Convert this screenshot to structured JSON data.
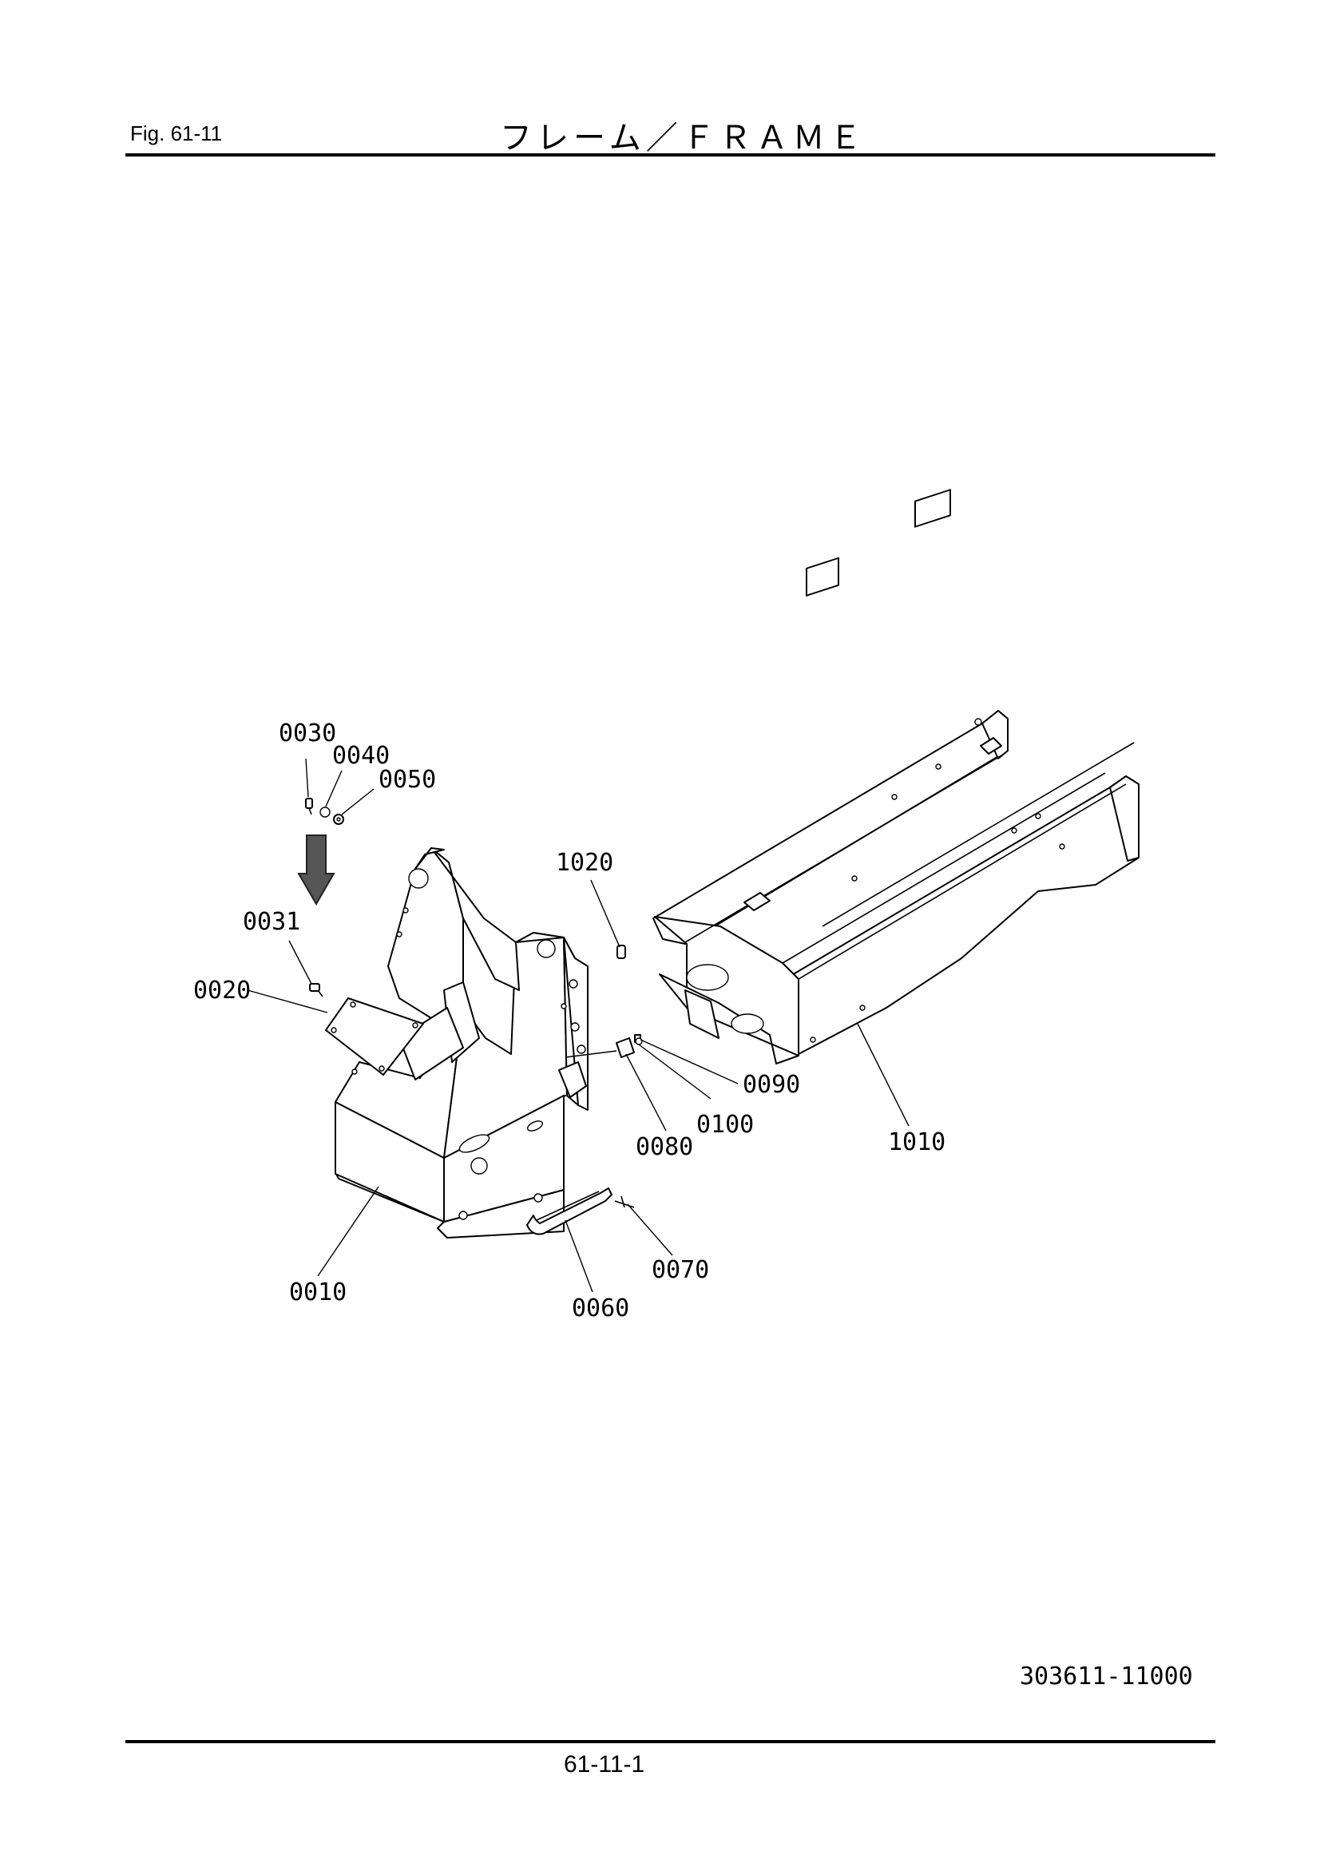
{
  "header": {
    "figure_label": "Fig.  61-11",
    "title": "フレーム／ＦＲＡＭＥ"
  },
  "callouts": {
    "c0030": "0030",
    "c0040": "0040",
    "c0050": "0050",
    "c0031": "0031",
    "c0020": "0020",
    "c0010": "0010",
    "c0060": "0060",
    "c0070": "0070",
    "c0080": "0080",
    "c0090": "0090",
    "c0100": "0100",
    "c1010": "1010",
    "c1020": "1020"
  },
  "footer": {
    "drawing_number": "303611-11000",
    "page_number": "61-11-1"
  }
}
